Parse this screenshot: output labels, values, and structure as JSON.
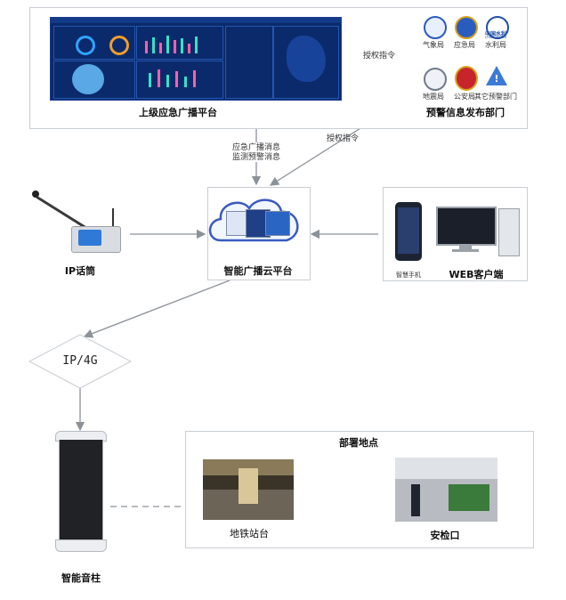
{
  "top_platform": {
    "label": "上级应急广播平台"
  },
  "warning_dept": {
    "label": "预警信息发布部门",
    "agencies": [
      {
        "name": "气象局"
      },
      {
        "name": "应急局"
      },
      {
        "name": "水利局",
        "logo_text": "中国水利",
        "logo_subtext": "CHINA WATER"
      },
      {
        "name": "地震局"
      },
      {
        "name": "公安局"
      },
      {
        "name": "其它预警部门"
      }
    ]
  },
  "arrows": {
    "auth_top": "授权指令",
    "auth_diag": "授权指令",
    "emergency_line1": "应急广播消息",
    "emergency_line2": "监测预警消息"
  },
  "ip_mic": {
    "label": "IP话筒"
  },
  "cloud": {
    "label": "智能广播云平台"
  },
  "web_client": {
    "label": "WEB客户端",
    "phone_label": "智慧手机"
  },
  "network": {
    "label": "IP/4G"
  },
  "speaker": {
    "label": "智能音柱"
  },
  "deploy": {
    "title": "部署地点",
    "sites": [
      {
        "label": "地铁站台"
      },
      {
        "label": "安检口"
      }
    ]
  },
  "colors": {
    "border": "#c9cdd2",
    "arrow": "#8c9299",
    "dashboard_bg": "#0b2a6b",
    "cloud_stroke": "#3a5bbf"
  }
}
